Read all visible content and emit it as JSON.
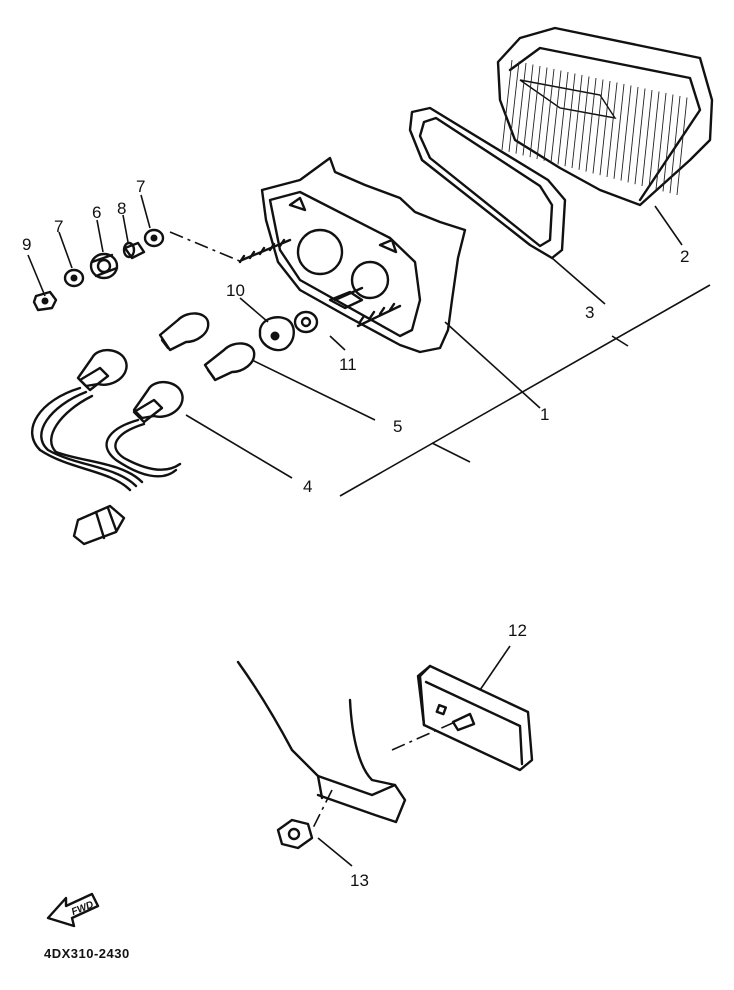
{
  "callouts": {
    "p1": "1",
    "p2": "2",
    "p3": "3",
    "p4": "4",
    "p5": "5",
    "p6": "6",
    "p7a": "7",
    "p7b": "7",
    "p8": "8",
    "p9": "9",
    "p10": "10",
    "p11": "11",
    "p12": "12",
    "p13": "13"
  },
  "direction_arrow": {
    "label": "FWD"
  },
  "diagram_code": "4DX310-2430"
}
